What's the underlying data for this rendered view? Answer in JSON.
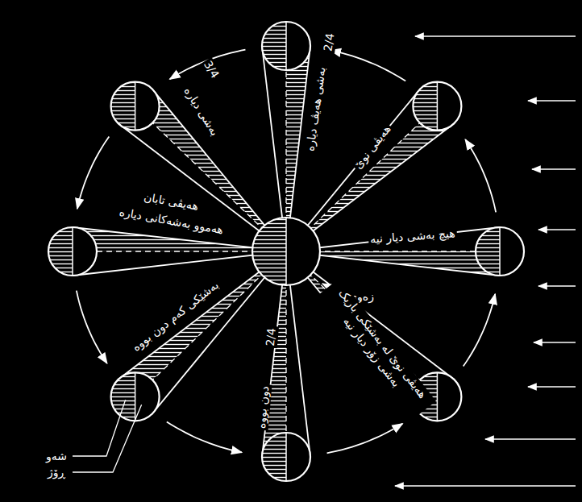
{
  "diagram": {
    "labels": [
      "2/4",
      "بەشی هەیڤ دیارە",
      "3/4",
      "بەشی دیارە",
      "هەیڤی نوێ",
      "هیچ بەشی دیار نیە",
      "زەوی",
      "هەیڤی تابان",
      "هەموو بەشەکانی دیارە",
      "بەشێکی کەم دون بووە",
      "2/4",
      "دون بووە",
      "هەیڤی نوێ لە بەشێکی باریک بەشی زۆر دیار نیە",
      "شەو",
      "ڕۆژ"
    ]
  }
}
